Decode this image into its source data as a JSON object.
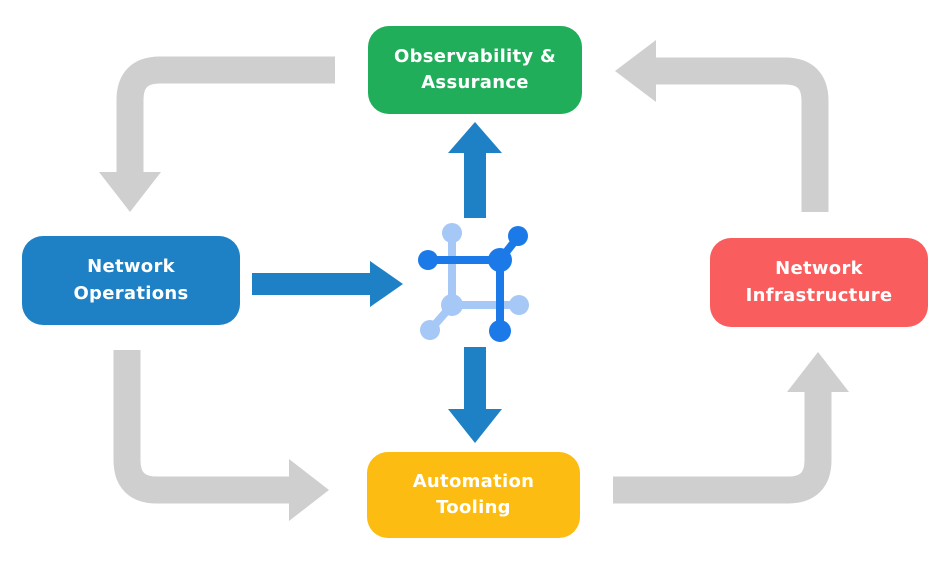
{
  "diagram": {
    "type": "cycle-flow-diagram",
    "nodes": [
      {
        "id": "observability-assurance",
        "label": "Observability & Assurance",
        "color": "#21AE5A",
        "text_color": "#FFFFFF",
        "position": "top"
      },
      {
        "id": "network-operations",
        "label": "Network Operations",
        "color": "#1E81C5",
        "text_color": "#FFFFFF",
        "position": "left"
      },
      {
        "id": "network-infrastructure",
        "label": "Network Infrastructure",
        "color": "#F95D5D",
        "text_color": "#FFFFFF",
        "position": "right"
      },
      {
        "id": "automation-tooling",
        "label": "Automation Tooling",
        "color": "#FDBC12",
        "text_color": "#FFFFFF",
        "position": "bottom"
      }
    ],
    "center_icon": {
      "name": "network-automation-icon",
      "primary_color": "#1C79E8",
      "secondary_color": "#A6C8F7"
    },
    "connections": {
      "outer_cycle": [
        {
          "from": "Observability & Assurance",
          "to": "Network Operations",
          "style": "gray elbow arrow"
        },
        {
          "from": "Network Operations",
          "to": "Automation Tooling",
          "style": "gray elbow arrow"
        },
        {
          "from": "Automation Tooling",
          "to": "Network Infrastructure",
          "style": "gray elbow arrow"
        },
        {
          "from": "Network Infrastructure",
          "to": "Observability & Assurance",
          "style": "gray elbow arrow"
        }
      ],
      "inner": [
        {
          "from": "Network Operations",
          "to": "center icon",
          "style": "blue straight arrow"
        },
        {
          "from": "center icon",
          "to": "Observability & Assurance",
          "style": "blue straight arrow"
        },
        {
          "from": "center icon",
          "to": "Automation Tooling",
          "style": "blue straight arrow"
        }
      ]
    },
    "colors": {
      "green": "#21AE5A",
      "blue": "#1E81C5",
      "red": "#F95D5D",
      "yellow": "#FDBC12",
      "gray_arrow": "#CFCFCF",
      "icon_blue": "#1C79E8",
      "icon_light_blue": "#A6C8F7",
      "label_text": "#FFFFFF",
      "background": "#FFFFFF"
    }
  }
}
